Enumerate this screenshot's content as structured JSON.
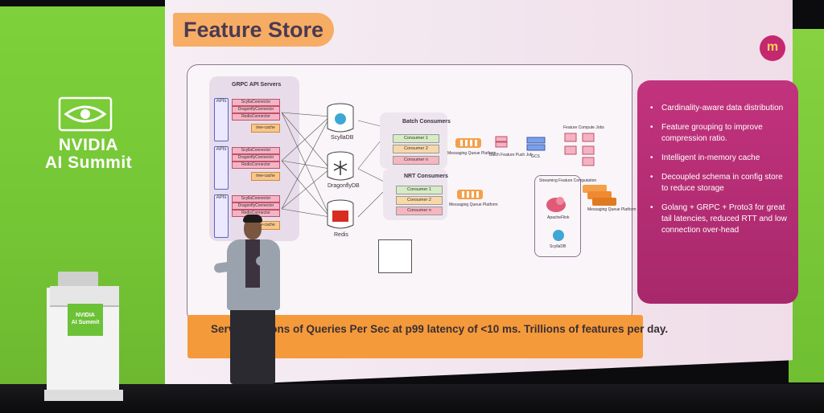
{
  "colors": {
    "nvidia_green": "#76c43a",
    "slide_bg": "#f4e9f0",
    "accent_orange": "#f59a3a",
    "panel_magenta": "#b52d76"
  },
  "event": {
    "brand": "NVIDIA",
    "event_name": "AI Summit",
    "podium_brand": "NVIDIA",
    "podium_event": "AI Summit"
  },
  "slide": {
    "title": "Feature Store",
    "badge_text": "m",
    "footer": "Serves Millions of Queries Per Sec at p99 latency of <10 ms. Trillions of features per day.",
    "bullets": [
      "Cardinality-aware data distribution",
      "Feature grouping to improve compression ratio.",
      "Intelligent in-memory cache",
      "Decoupled schema in config store to reduce storage",
      "Golang + GRPC + Proto3 for great tail latencies, reduced RTT and low connection over-head"
    ]
  },
  "diagram": {
    "grpc_title": "GRPC API Servers",
    "api_label": "APIs",
    "connectors": [
      "ScyllaConnector",
      "DragonflyConnector",
      "RedisConnector"
    ],
    "cache_label": "tree-cache",
    "stores": [
      "ScyllaDB",
      "DragonflyDB",
      "Redis"
    ],
    "batch_title": "Batch Consumers",
    "batch_consumers": [
      "Consumer 1",
      "Consumer 2",
      "Consumer n"
    ],
    "nrt_title": "NRT Consumers",
    "nrt_consumers": [
      "Consumer 1",
      "Consumer 2",
      "Consumer n"
    ],
    "mq_label": "Messaging Queue Platform",
    "batch_push": "Batch Feature Push Job",
    "gcs": "GCS",
    "compute_jobs": "Feature Compute Jobs",
    "streaming": "Streaming Feature Computation",
    "flink": "ApacheFlink",
    "scylla_bottom": "ScyllaDB"
  }
}
